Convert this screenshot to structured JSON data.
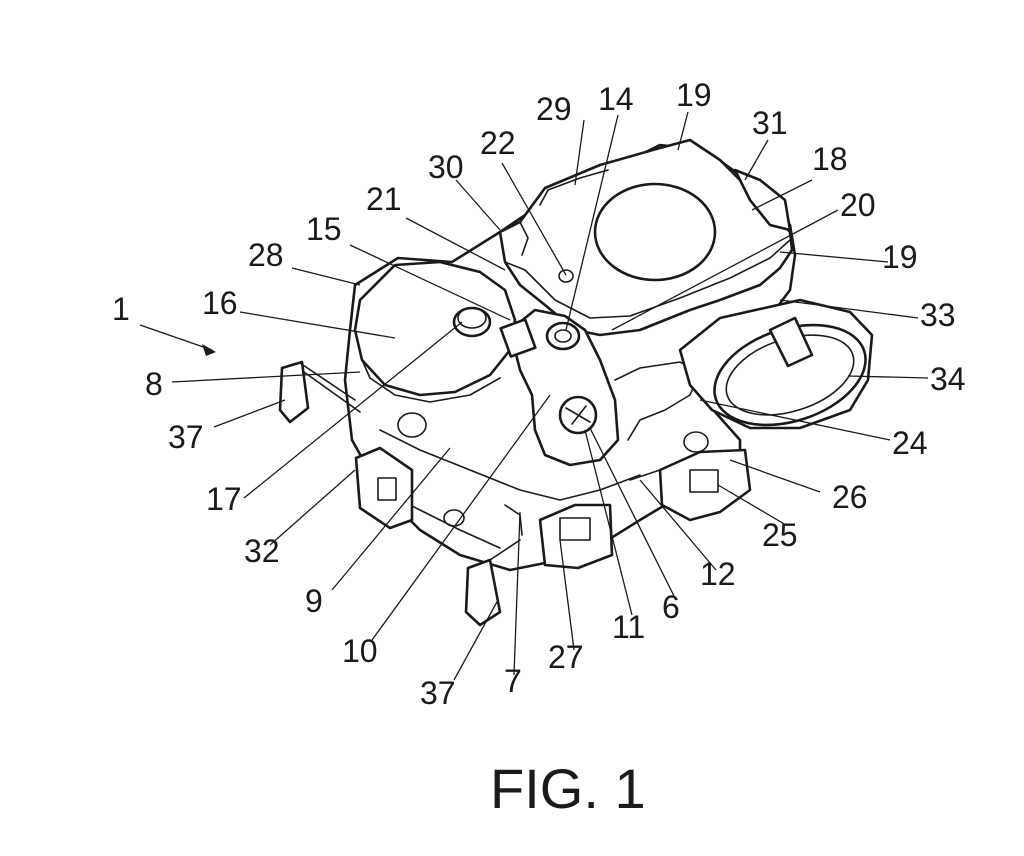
{
  "figure": {
    "caption": "FIG. 1",
    "reference_numerals": [
      "1",
      "6",
      "7",
      "8",
      "9",
      "10",
      "11",
      "12",
      "14",
      "15",
      "16",
      "17",
      "18",
      "19",
      "19",
      "20",
      "21",
      "22",
      "24",
      "25",
      "26",
      "27",
      "28",
      "29",
      "30",
      "31",
      "32",
      "33",
      "34",
      "37",
      "37"
    ]
  }
}
